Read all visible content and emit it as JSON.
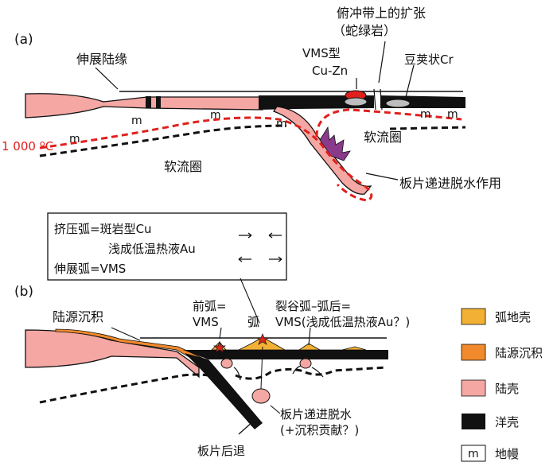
{
  "panel_a": {
    "label": "(a)",
    "label_extension_top": "俯冲带上的扩张",
    "label_extension_sub": "（蛇绿岩）",
    "label_vms_type": "VMS型",
    "label_cu_zn": "Cu-Zn",
    "label_podiform_cr": "豆荚状Cr",
    "label_extending_margin": "伸展陆缘",
    "label_isotherm": "1 000 ºC",
    "label_asthenosphere_left": "软流圈",
    "label_asthenosphere_right": "软流圈",
    "label_slab_dehydration": "板片递进脱水作用",
    "label_m": "m"
  },
  "legend_box": {
    "line1": "挤压弧=斑岩型Cu",
    "line2": "浅成低温热液Au",
    "line3": "伸展弧=VMS"
  },
  "panel_b": {
    "label": "(b)",
    "label_continental_sediment": "陆源沉积",
    "label_forearc_top": "前弧=",
    "label_forearc_bottom": "VMS",
    "label_arc": "弧",
    "label_riftarc_top": "裂谷弧–弧后=",
    "label_riftarc_bottom": "VMS(浅成低温热液Au？)",
    "label_slab_dehydration": "板片递进脱水",
    "label_sediment_contribution": "(+沉积贡献？)",
    "label_slab_rollback": "板片后退"
  },
  "legend": [
    {
      "label": "弧地壳",
      "color": "#f2b134"
    },
    {
      "label": "陆源沉积",
      "color": "#f08a2c"
    },
    {
      "label": "陆壳",
      "color": "#f4a7a3"
    },
    {
      "label": "洋壳",
      "color": "#111111"
    },
    {
      "label": "地幔",
      "symbol": "m"
    }
  ],
  "colors": {
    "continental_crust": "#f4a7a3",
    "oceanic_crust": "#111111",
    "arc_crust": "#f2b134",
    "sediment": "#f08a2c",
    "isotherm_red": "#e0201c",
    "melt_purple": "#8a3a8a",
    "star_red": "#d8291f"
  }
}
